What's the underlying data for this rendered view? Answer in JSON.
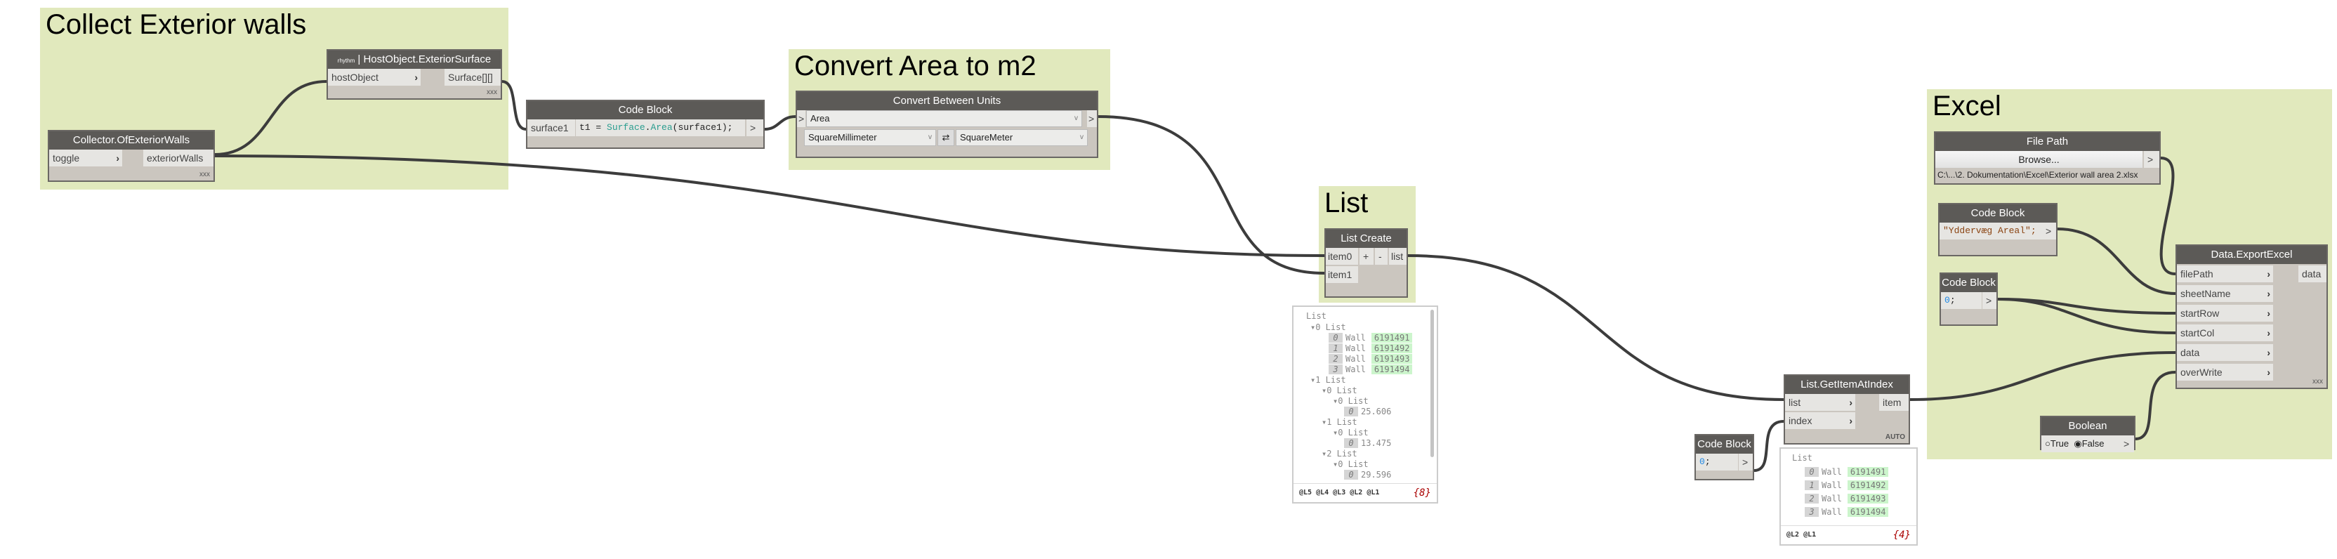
{
  "groups": {
    "collect": "Collect Exterior walls",
    "convert": "Convert Area to m2",
    "list": "List",
    "excel": "Excel"
  },
  "collector": {
    "title": "Collector.OfExteriorWalls",
    "input": "toggle",
    "output": "exteriorWalls",
    "lacing": "xxx"
  },
  "host": {
    "badge": "rhythm",
    "title": "HostObject.ExteriorSurface",
    "input": "hostObject",
    "output": "Surface[][]",
    "lacing": "xxx"
  },
  "cb1": {
    "title": "Code Block",
    "input": "surface1",
    "code_var": "t1 = ",
    "code_cls": "Surface",
    "code_dot": ".",
    "code_fn": "Area",
    "code_args": "(surface1);",
    "out": ">"
  },
  "convert": {
    "title": "Convert Between Units",
    "in": ">",
    "out": ">",
    "metric": "Area",
    "from": "SquareMillimeter",
    "to": "SquareMeter",
    "swap": "⇄"
  },
  "listcreate": {
    "title": "List Create",
    "in0": "item0",
    "in1": "item1",
    "add": "+",
    "remove": "-",
    "output": "list"
  },
  "watch1": {
    "root": "List",
    "lines": [
      {
        "t": "▾0 List"
      },
      {
        "i": "0",
        "w": "Wall",
        "v": "6191491"
      },
      {
        "i": "1",
        "w": "Wall",
        "v": "6191492"
      },
      {
        "i": "2",
        "w": "Wall",
        "v": "6191493"
      },
      {
        "i": "3",
        "w": "Wall",
        "v": "6191494"
      },
      {
        "t": "▾1 List"
      },
      {
        "t": "▾0 List"
      },
      {
        "t": "▾0 List"
      },
      {
        "i": "0",
        "w": "25.606"
      },
      {
        "t": "▾1 List"
      },
      {
        "t": "▾0 List"
      },
      {
        "i": "0",
        "w": "13.475"
      },
      {
        "t": "▾2 List"
      },
      {
        "t": "▾0 List"
      },
      {
        "i": "0",
        "w": "29.596"
      }
    ],
    "levels": "@L5 @L4 @L3 @L2 @L1",
    "count": "{8}"
  },
  "getitem": {
    "title": "List.GetItemAtIndex",
    "in0": "list",
    "in1": "index",
    "output": "item",
    "lacing": "AUTO"
  },
  "cb0": {
    "title": "Code Block",
    "num": "0",
    "semi": ";",
    "out": ">"
  },
  "watch2": {
    "root": "List",
    "items": [
      {
        "i": "0",
        "w": "Wall",
        "v": "6191491"
      },
      {
        "i": "1",
        "w": "Wall",
        "v": "6191492"
      },
      {
        "i": "2",
        "w": "Wall",
        "v": "6191493"
      },
      {
        "i": "3",
        "w": "Wall",
        "v": "6191494"
      }
    ],
    "levels": "@L2 @L1",
    "count": "{4}"
  },
  "filepath": {
    "title": "File Path",
    "browse": "Browse...",
    "out": ">",
    "path": "C:\\...\\2. Dokumentation\\Excel\\Exterior wall area 2.xlsx"
  },
  "cbsheet": {
    "title": "Code Block",
    "code": "\"Yddervæg Areal\";",
    "out": ">"
  },
  "cbzero": {
    "title": "Code Block",
    "num": "0",
    "semi": ";",
    "out": ">"
  },
  "export": {
    "title": "Data.ExportExcel",
    "inputs": [
      "filePath",
      "sheetName",
      "startRow",
      "startCol",
      "data",
      "overWrite"
    ],
    "output": "data",
    "lacing": "xxx"
  },
  "boolean": {
    "title": "Boolean",
    "true_label": "True",
    "false_label": "False",
    "selected": "False",
    "out": ">"
  }
}
